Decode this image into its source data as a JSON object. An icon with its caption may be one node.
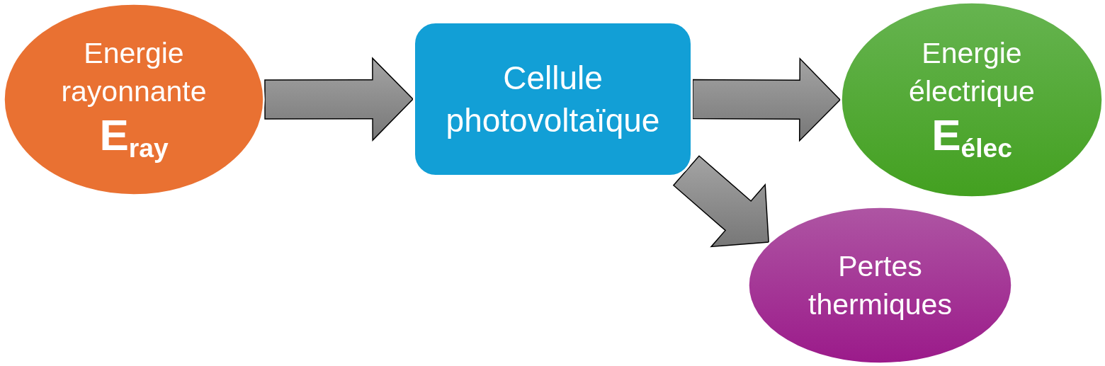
{
  "diagram": {
    "nodes": [
      {
        "text": [
          "Energie rayonnante",
          "E$_{ray}$"
        ]
      },
      {
        "text": [
          "Cellule photovoltaïque"
        ]
      },
      {
        "text": [
          "Energie électrique",
          "E$_{élec}$"
        ]
      },
      {
        "text": [
          "Pertes thermiques"
        ]
      }
    ],
    "edges": [
      {
        "from": 0,
        "to": 1,
        "arrow": "to"
      },
      {
        "from": 1,
        "to": 2,
        "arrow": "to"
      },
      {
        "from": 1,
        "to": 3,
        "arrow": "to"
      }
    ]
  }
}
